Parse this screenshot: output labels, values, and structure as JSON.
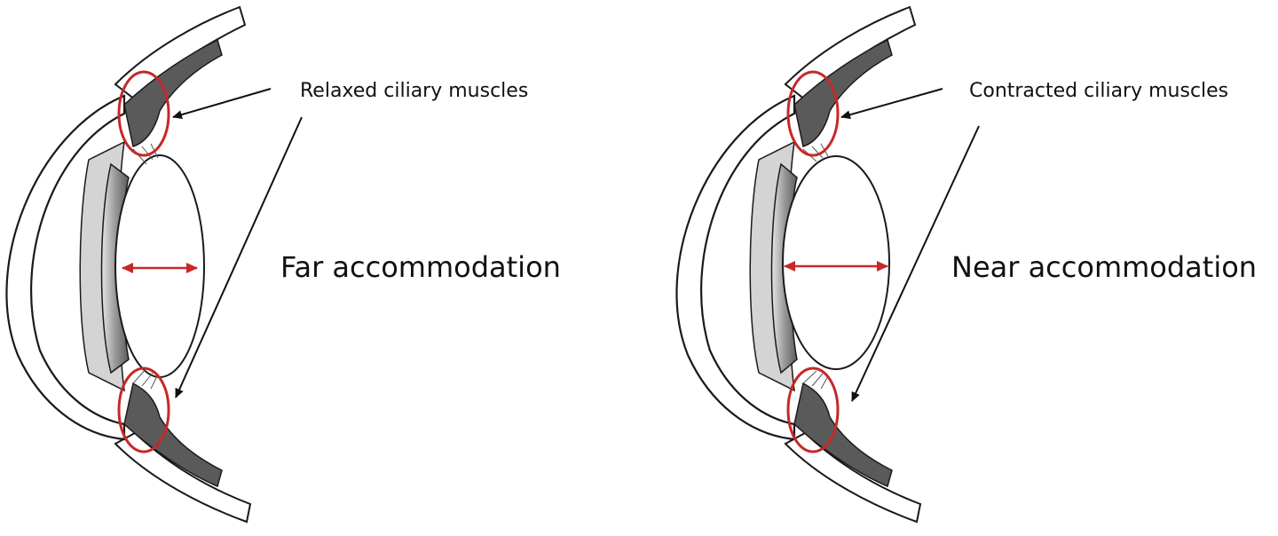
{
  "panels": [
    {
      "id": "far",
      "muscle_label": "Relaxed ciliary muscles",
      "mode_label": "Far accommodation",
      "muscle_state": "relaxed"
    },
    {
      "id": "near",
      "muscle_label": "Contracted ciliary muscles",
      "mode_label": "Near accommodation",
      "muscle_state": "contracted"
    }
  ],
  "colors": {
    "outline": "#1a1a1a",
    "muscle": "#5a5a5a",
    "iris_light": "#cfcfcf",
    "highlight": "#c62828",
    "background": "#ffffff"
  }
}
